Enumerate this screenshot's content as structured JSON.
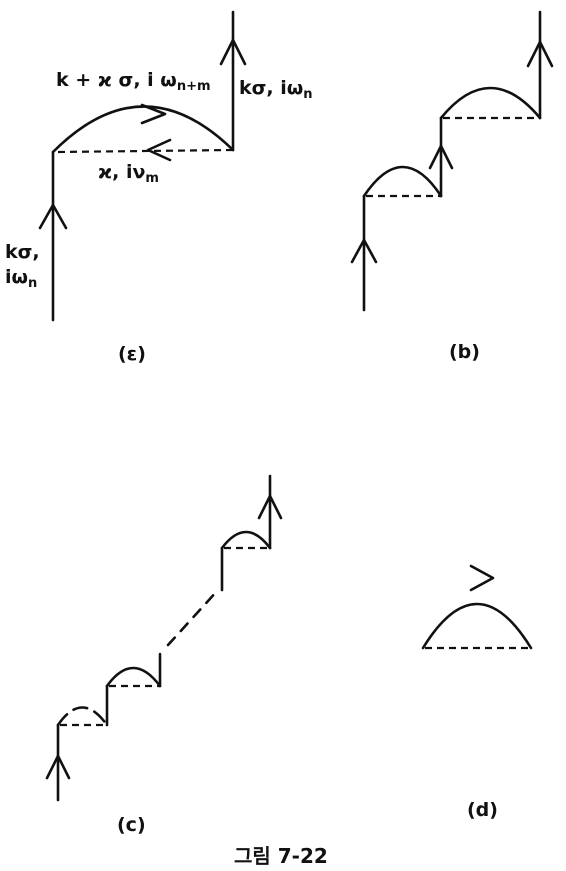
{
  "panel_a": {
    "label": "(ε)",
    "outgoing_label_main": "kσ, iω",
    "outgoing_label_sub": "n",
    "loop_label_main": "k + ϰ σ, i ω",
    "loop_label_sub": "n+m",
    "phonon_label_main": "ϰ, iν",
    "phonon_label_sub": "m",
    "incoming_label_line1": "kσ,",
    "incoming_label_line2_main": "iω",
    "incoming_label_line2_sub": "n"
  },
  "panel_b": {
    "label": "(b)"
  },
  "panel_c": {
    "label": "(c)"
  },
  "panel_d": {
    "label": "(d)"
  },
  "caption": "그림 7-22"
}
